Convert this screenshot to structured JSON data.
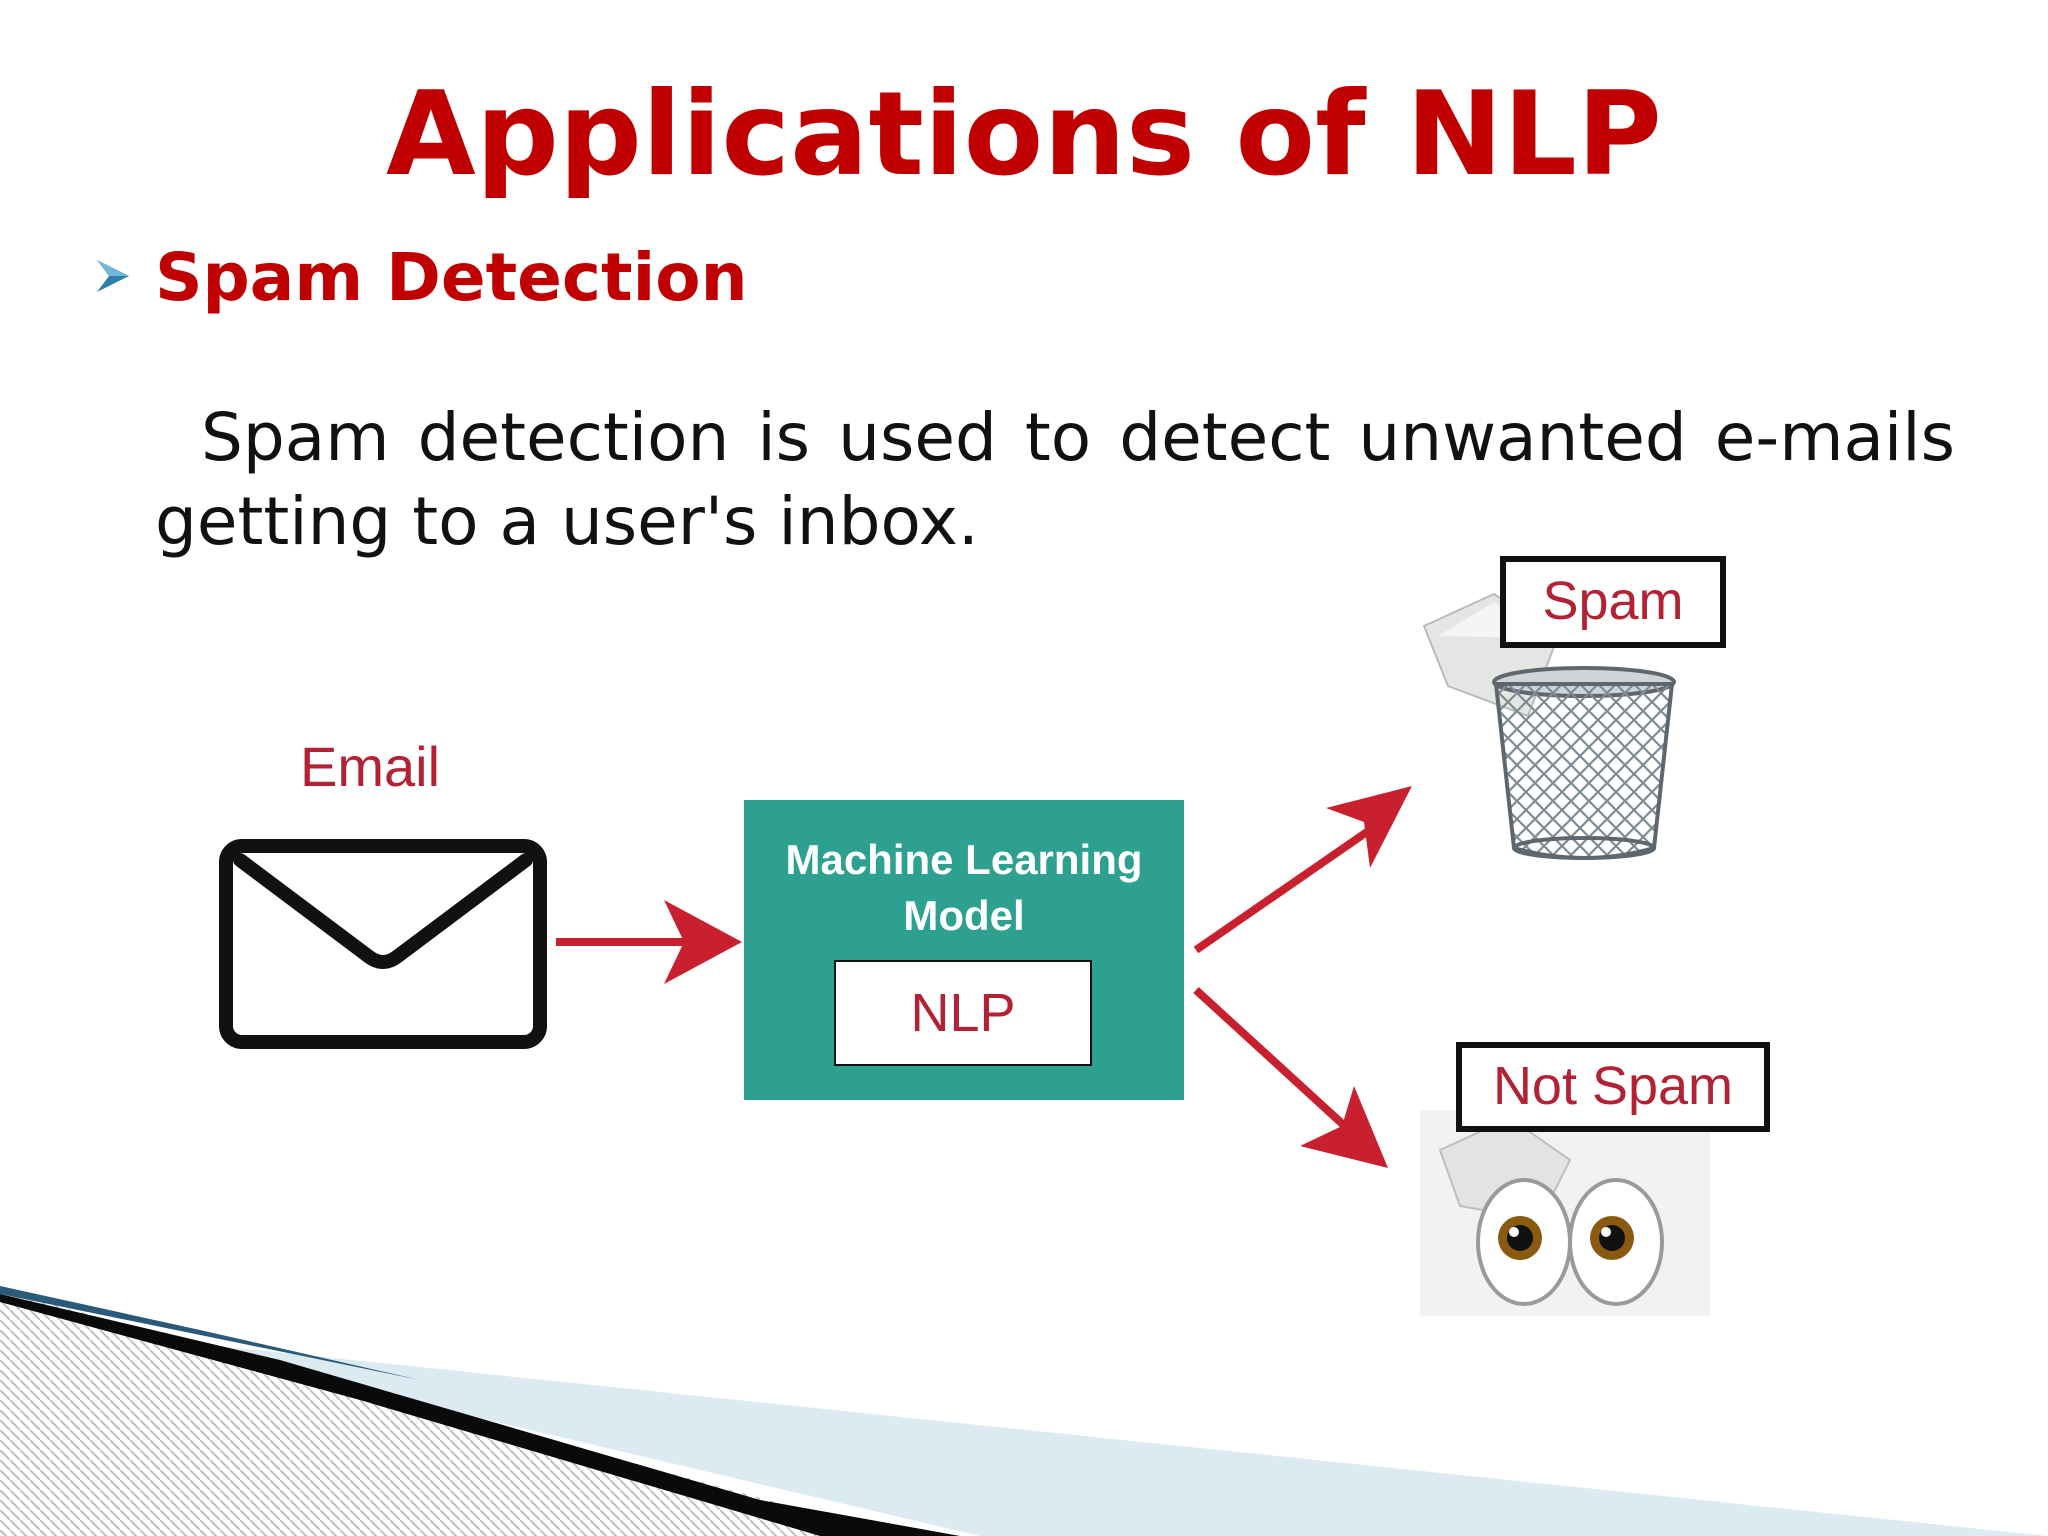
{
  "slide": {
    "title": "Applications of NLP",
    "bullet": {
      "label": "Spam Detection",
      "icon": "arrowhead-bullet-icon",
      "text": "Spam detection is used to detect unwanted e-mails getting to a user's inbox."
    }
  },
  "diagram": {
    "input_label": "Email",
    "model_title": "Machine Learning Model",
    "model_inner": "NLP",
    "outputs": [
      "Spam",
      "Not Spam"
    ],
    "icons": [
      "envelope-icon",
      "trash-can-icon",
      "eyes-icon"
    ]
  },
  "colors": {
    "title": "#c00000",
    "model_box": "#2ea090",
    "arrows": "#c8202e",
    "diagram_text": "#b32234"
  }
}
